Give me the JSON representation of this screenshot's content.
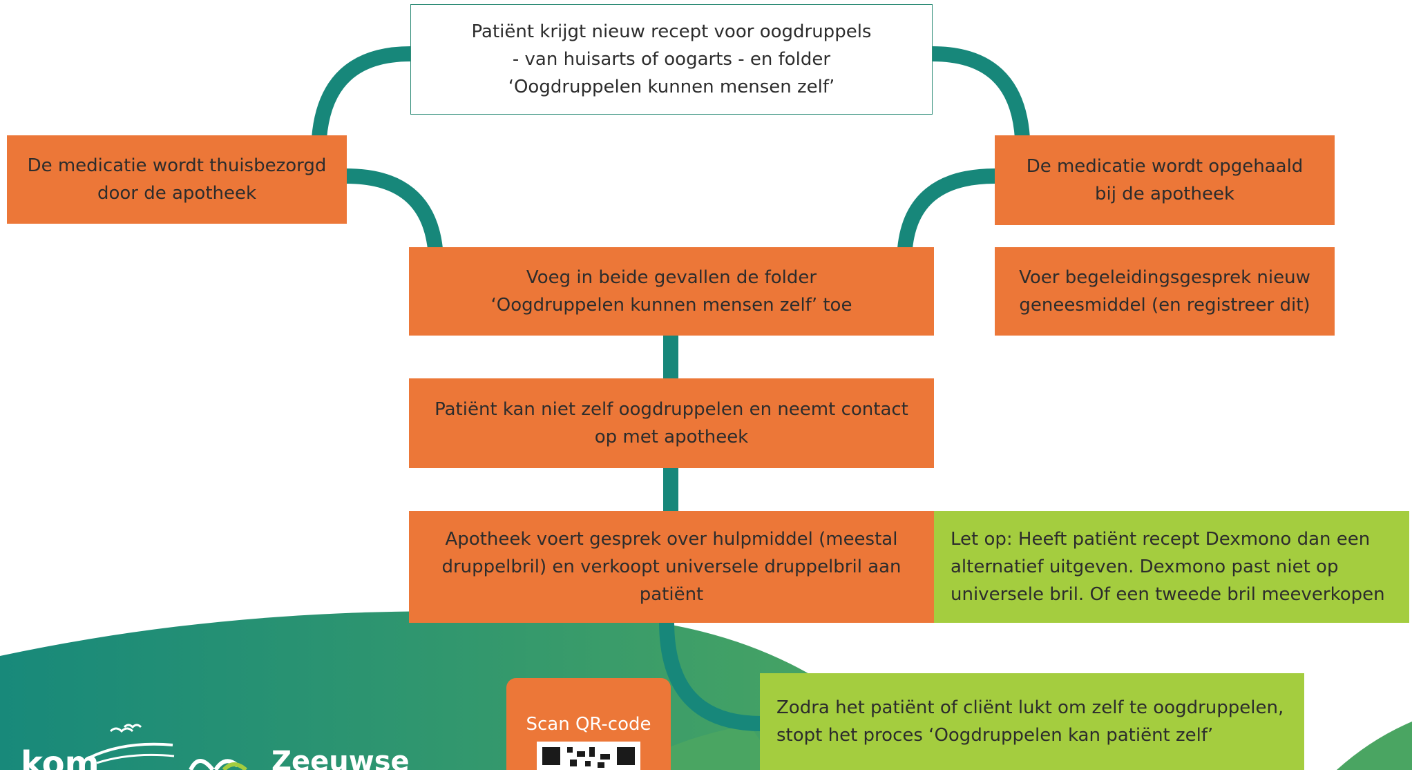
{
  "colors": {
    "orange": "#ec7738",
    "teal": "#17877a",
    "lime": "#a4cd3f",
    "white_box_border": "#2e8c77"
  },
  "nodes": {
    "start": "Patiënt krijgt nieuw recept voor oogdruppels\n- van huisarts of oogarts - en folder\n‘Oogdruppelen kunnen mensen zelf’",
    "delivered": "De medicatie wordt thuisbezorgd\ndoor de apotheek",
    "pickup": "De medicatie wordt opgehaald\nbij de apotheek",
    "add_folder": "Voeg in beide gevallen de folder\n‘Oogdruppelen kunnen mensen zelf’ toe",
    "counseling": "Voer begeleidingsgesprek nieuw\ngeneesmiddel (en registreer dit)",
    "contact": "Patiënt kan niet zelf oogdruppelen en neemt contact\nop met apotheek",
    "aid": "Apotheek voert gesprek over hulpmiddel (meestal\ndruppelbril) en verkoopt universele druppelbril aan\npatiënt",
    "note": "Let op: Heeft patiënt recept Dexmono dan een\nalternatief uitgeven. Dexmono past niet op\nuniversele bril. Of een tweede bril meeverkopen",
    "end": "Zodra het patiënt of cliënt lukt om zelf te oogdruppelen,\nstopt het proces ‘Oogdruppelen kan patiënt zelf’"
  },
  "scan_label": "Scan QR-code",
  "logo": {
    "left_text": "kom",
    "right_text": "Zeeuwse"
  }
}
